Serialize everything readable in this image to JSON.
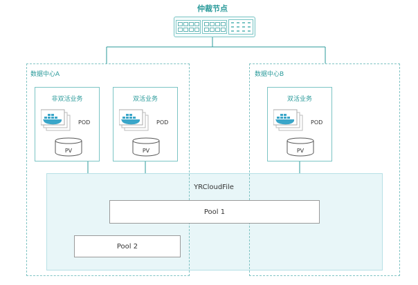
{
  "top_node": {
    "title": "仲裁节点",
    "icon": "network-switch-icon"
  },
  "datacenters": [
    {
      "label": "数据中心A",
      "services": [
        {
          "label": "非双活业务",
          "pod_label": "POD",
          "pv_label": "PV"
        },
        {
          "label": "双活业务",
          "pod_label": "POD",
          "pv_label": "PV"
        }
      ]
    },
    {
      "label": "数据中心B",
      "services": [
        {
          "label": "双活业务",
          "pod_label": "POD",
          "pv_label": "PV"
        }
      ]
    }
  ],
  "storage": {
    "title": "YRCloudFile",
    "pools": [
      {
        "label": "Pool 1"
      },
      {
        "label": "Pool 2"
      }
    ]
  },
  "colors": {
    "accent": "#2a9a9a",
    "border": "#7ac4c4",
    "storage_bg": "#e8f6f8"
  }
}
